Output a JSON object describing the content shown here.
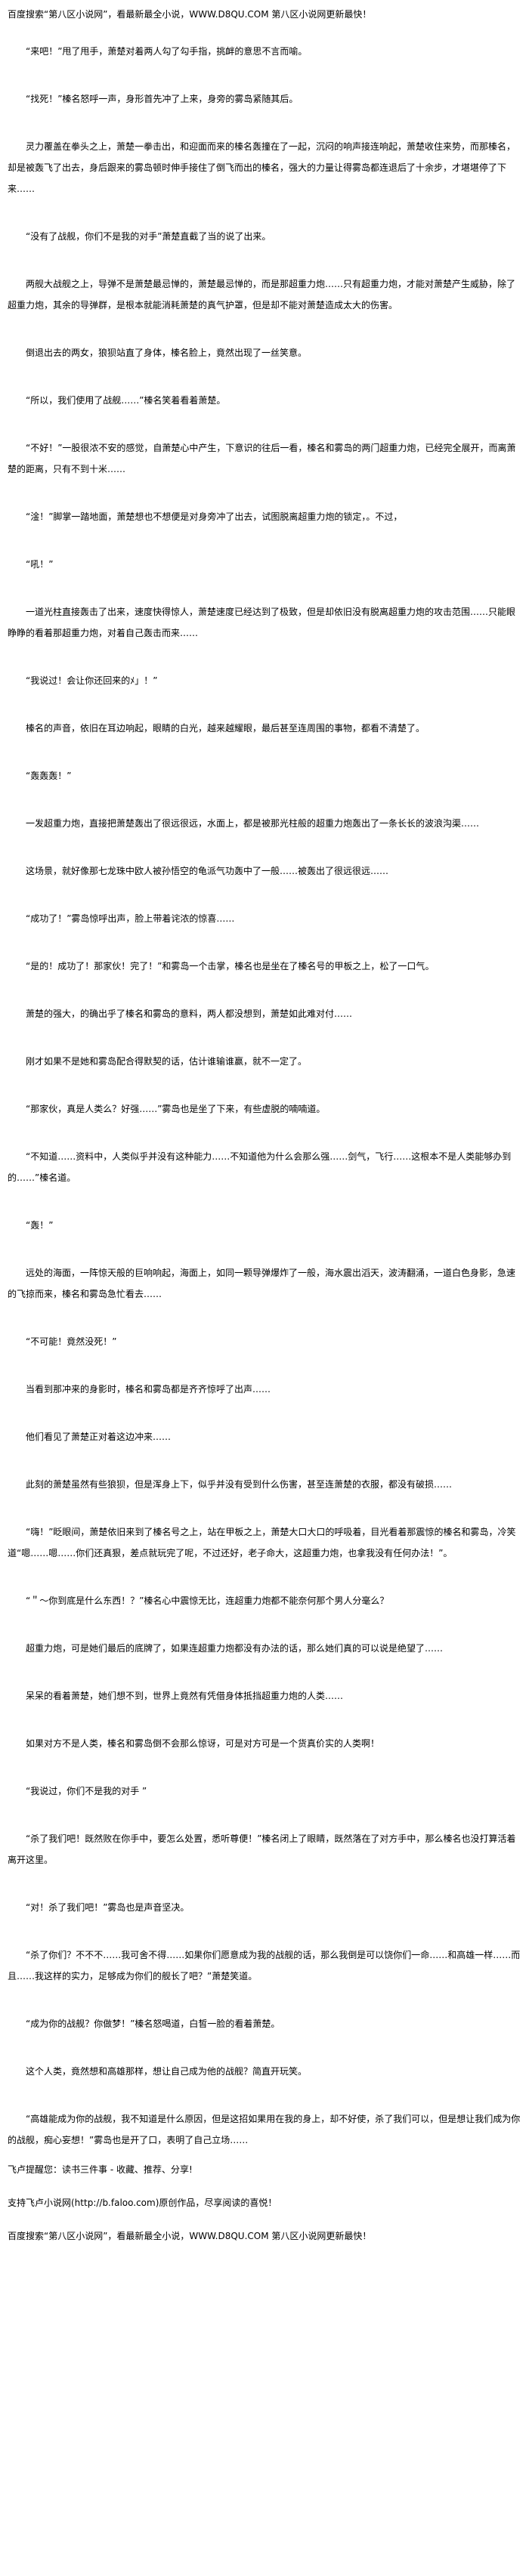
{
  "top_banner": "百度搜索“第八区小说网”，看最新最全小说，WWW.D8QU.COM  第八区小说网更新最快！",
  "paragraphs": [
    "“来吧！”甩了甩手，萧楚对着两人勾了勾手指，挑衅的意思不言而喻。",
    "“找死！”榛名怒呼一声，身形首先冲了上来，身旁的雾岛紧随其后。",
    "灵力覆盖在拳头之上，萧楚一拳击出，和迎面而来的榛名轰撞在了一起，沉闷的响声接连响起，萧楚收住来势，而那榛名，却是被轰飞了出去，身后跟来的雾岛顿时伸手接住了倒飞而出的榛名，强大的力量让得雾岛都连退后了十余步，才堪堪停了下来……",
    "“没有了战舰，你们不是我的对手”萧楚直截了当的说了出来。",
    "两舰大战舰之上，导弹不是萧楚最忌惮的，萧楚最忌惮的，而是那超重力炮……只有超重力炮，才能对萧楚产生威胁，除了超重力炮，其余的导弹群，是根本就能消耗萧楚的真气护罩，但是却不能对萧楚造成太大的伤害。",
    "倒退出去的两女，狼狈站直了身体，榛名脸上，竟然出现了一丝笑意。",
    "“所以，我们使用了战舰……”榛名笑着看着萧楚。",
    "“不好！”一股很浓不安的感觉，自萧楚心中产生，下意识的往后一看，榛名和雾岛的两门超重力炮，已经完全展开，而离萧楚的距离，只有不到十米……",
    "“淦！”脚掌一踏地面，萧楚想也不想便是对身旁冲了出去，试图脱离超重力炮的锁定，。不过，",
    "“吼！”",
    "一道光柱直接轰击了出来，速度快得惊人，萧楚速度已经达到了极致，但是却依旧没有脱离超重力炮的攻击范围……只能眼睁睁的看着那超重力炮，对着自己轰击而来……",
    "“我说过！会让你还回来的ﾒ」！”",
    "榛名的声音，依旧在耳边响起，眼睛的白光，越来越耀眼，最后甚至连周围的事物，都看不清楚了。",
    "“轰轰轰！”",
    "一发超重力炮，直接把萧楚轰出了很远很远，水面上，都是被那光柱般的超重力炮轰出了一条长长的波浪沟渠……",
    "这场景，就好像那七龙珠中欧人被孙悟空的龟派气功轰中了一般……被轰出了很远很远……",
    "“成功了！”雾岛惊呼出声，脸上带着诧浓的惊喜……",
    "“是的！成功了！那家伙！完了！”和雾岛一个击掌，榛名也是坐在了榛名号的甲板之上，松了一口气。",
    "萧楚的强大，的确出乎了榛名和雾岛的意料，两人都没想到，萧楚如此难对付……",
    "刚才如果不是她和雾岛配合得默契的话，估计谁输谁赢，就不一定了。",
    "“那家伙，真是人类么？好强……”雾岛也是坐了下来，有些虚脱的喃喃道。",
    "“不知道……资料中，人类似乎并没有这种能力……不知道他为什么会那么强……剑气，飞行……这根本不是人类能够办到的……”榛名道。",
    "“轰！”",
    "远处的海面，一阵惊天般的巨响响起，海面上，如同一颗导弹爆炸了一般，海水震出滔天，波涛翻涌，一道白色身影，急速的飞掠而来，榛名和雾岛急忙看去……",
    "“不可能！竟然没死！”",
    "当看到那冲来的身影时，榛名和雾岛都是齐齐惊呼了出声……",
    "他们看见了萧楚正对着这边冲来……",
    "此刻的萧楚虽然有些狼狈，但是浑身上下，似乎并没有受到什么伤害，甚至连萧楚的衣服，都没有破损……",
    "“嗨！”眨眼间，萧楚依旧来到了榛名号之上，站在甲板之上，萧楚大口大口的呼吸着，目光看着那震惊的榛名和雾岛，冷笑道“嗯……嗯……你们还真狠，差点就玩完了呢，不过还好，老子命大，这超重力炮，也拿我没有任何办法！”。",
    "“＂～你到底是什么东西！？”榛名心中震惊无比，连超重力炮都不能奈何那个男人分毫么？",
    "超重力炮，可是她们最后的底牌了，如果连超重力炮都没有办法的话，那么她们真的可以说是绝望了……",
    "呆呆的看着萧楚，她们想不到，世界上竟然有凭借身体抵挡超重力炮的人类……",
    "如果对方不是人类，榛名和雾岛倒不会那么惊讶，可是对方可是一个货真价实的人类啊！",
    "“我说过，你们不是我的对手 ”",
    "“杀了我们吧！既然败在你手中，要怎么处置，悉听尊便！”榛名闭上了眼睛，既然落在了对方手中，那么榛名也没打算活着离开这里。",
    "“对！杀了我们吧！”雾岛也是声音坚决。",
    "“杀了你们？不不不……我可舍不得……如果你们愿意成为我的战舰的话，那么我倒是可以饶你们一命……和高雄一样……而且……我这样的实力，足够成为你们的舰长了吧？”萧楚笑道。",
    "“成为你的战舰？你做梦！”榛名怒喝道，白皙一脸的看着萧楚。",
    "这个人类，竟然想和高雄那样，想让自己成为他的战舰？简直开玩笑。",
    "“高雄能成为你的战舰，我不知道是什么原因，但是这招如果用在我的身上，却不好使，杀了我们可以，但是想让我们成为你的战舰，痴心妄想！”雾岛也是开了口，表明了自己立场……"
  ],
  "footer_note": "飞卢提醒您：读书三件事 - 收藏、推荐、分享!",
  "footer_support": "支持飞卢小说网(http://b.faloo.com)原创作品，尽享阅读的喜悦！",
  "bottom_banner": "百度搜索“第八区小说网”，看最新最全小说，WWW.D8QU.COM  第八区小说网更新最快！"
}
